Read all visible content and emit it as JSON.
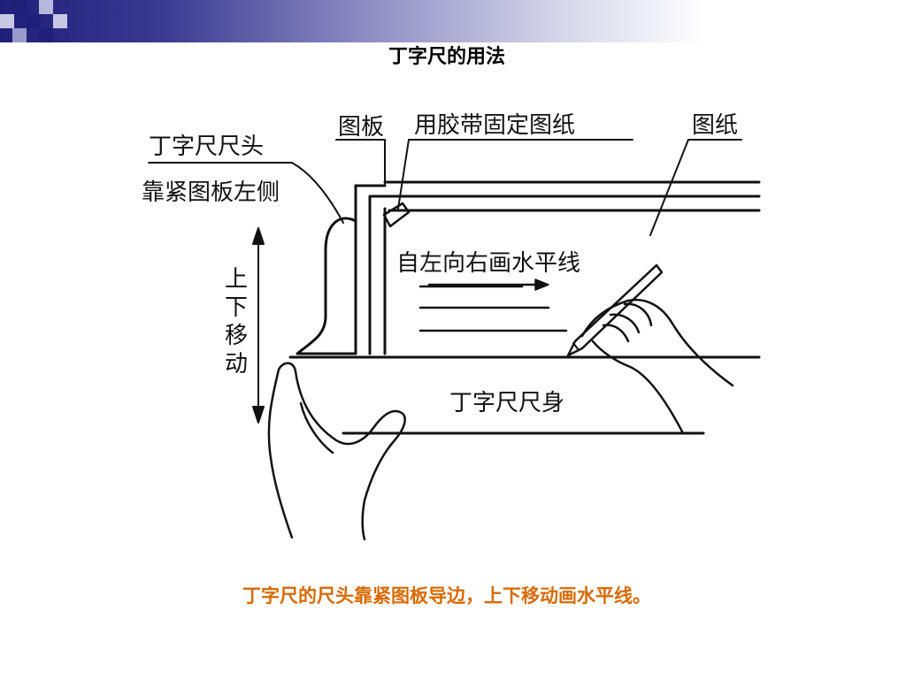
{
  "slide": {
    "title": "丁字尺的用法",
    "caption": "丁字尺的尺头靠紧图板导边，上下移动画水平线。"
  },
  "figure": {
    "labels": {
      "head": "丁字尺尺头",
      "head_note": "靠紧图板左侧",
      "board": "图板",
      "tape": "用胶带固定图纸",
      "paper": "图纸",
      "direction": "自左向右画水平线",
      "move_v": [
        "上",
        "下",
        "移",
        "动"
      ],
      "blade": "丁字尺尺身"
    }
  },
  "colors": {
    "bar_start": "#1f1f7a",
    "caption": "#d96a00",
    "line": "#111111"
  }
}
